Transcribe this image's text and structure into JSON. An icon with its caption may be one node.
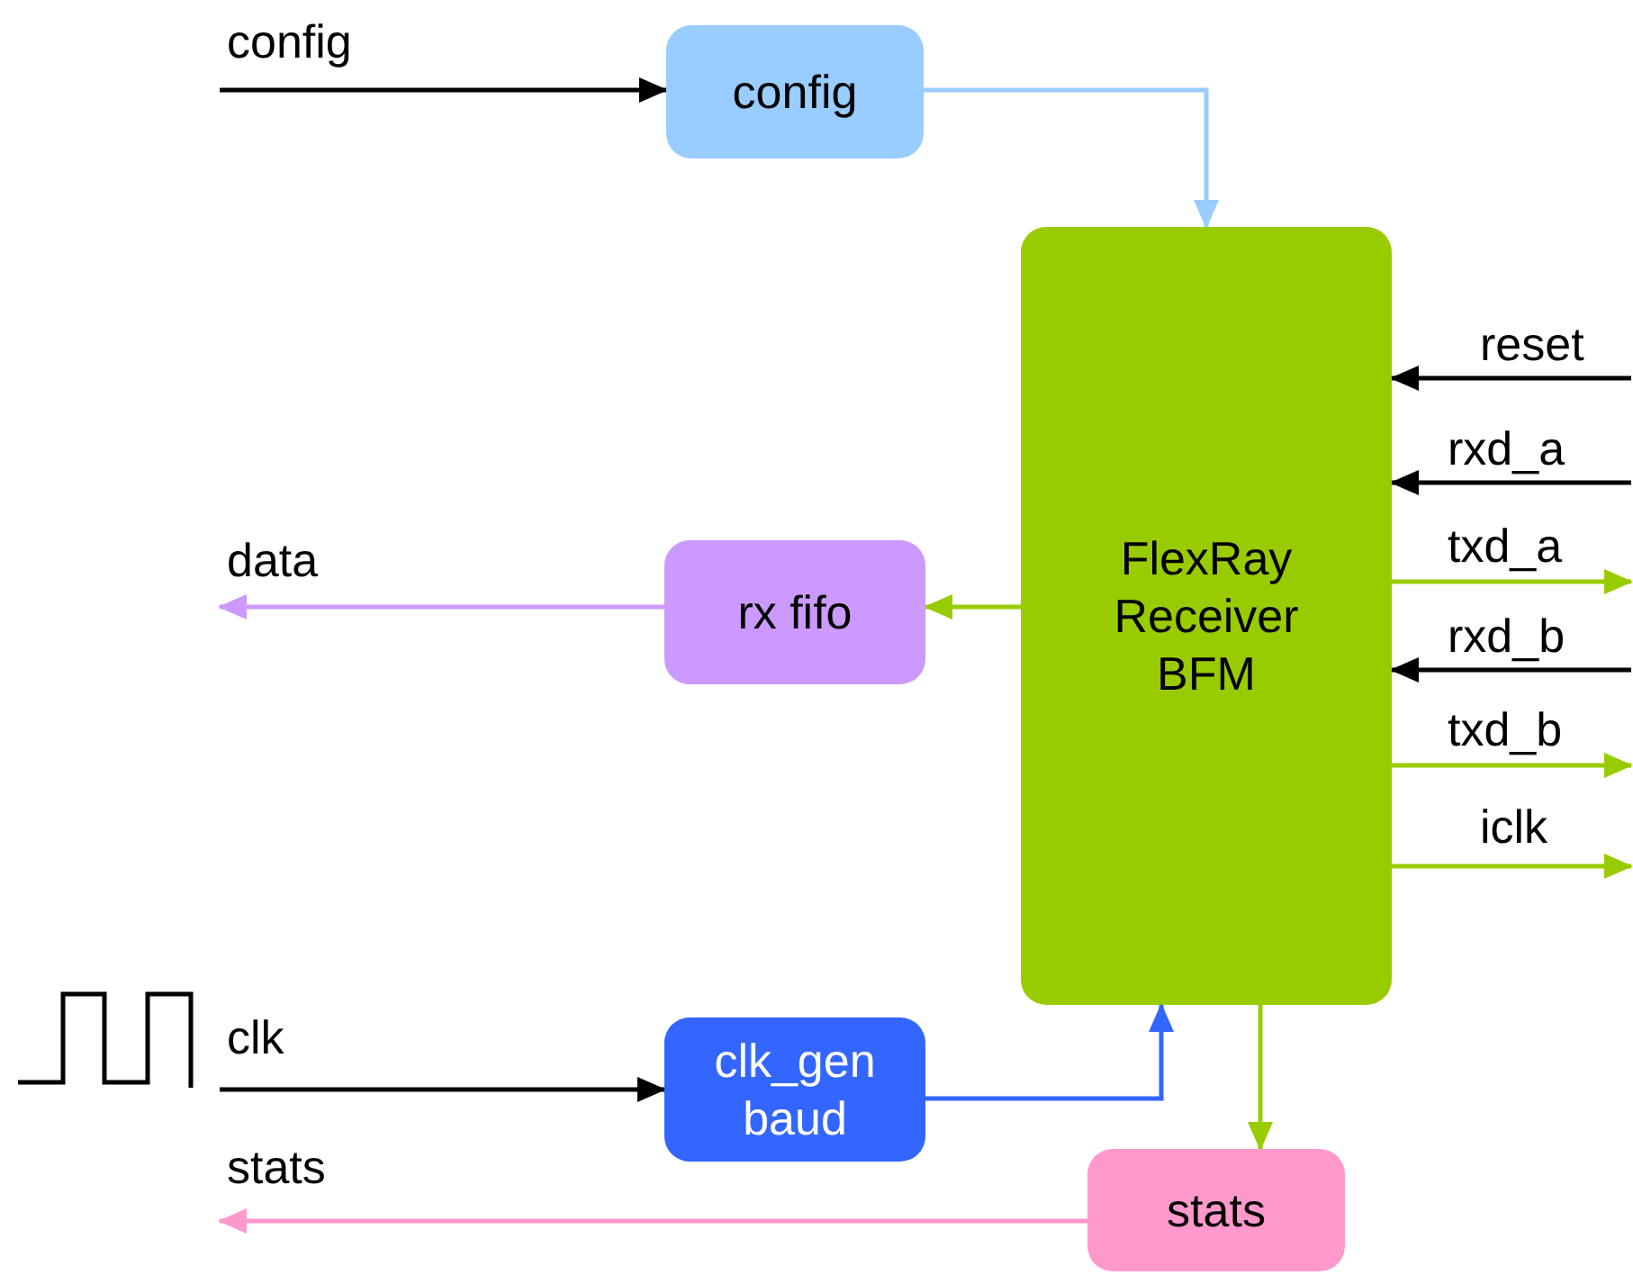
{
  "diagram": {
    "nodes": [
      {
        "text": [
          "config"
        ]
      },
      {
        "text": [
          "FlexRay Receiver BFM"
        ]
      },
      {
        "text": [
          "rx fifo"
        ]
      },
      {
        "text": [
          "clk_gen baud"
        ]
      },
      {
        "text": [
          "stats"
        ]
      }
    ],
    "edges": [
      {
        "from": null,
        "to": 0,
        "arrow": "to",
        "label": "config"
      },
      {
        "from": 0,
        "to": 1,
        "arrow": "to",
        "color": "#99ccff"
      },
      {
        "from": 1,
        "to": 2,
        "arrow": "to",
        "color": "#99cc00"
      },
      {
        "from": 2,
        "to": null,
        "arrow": "to",
        "label": "data",
        "color": "#cc99ff"
      },
      {
        "from": null,
        "to": 3,
        "arrow": "to",
        "label": "clk"
      },
      {
        "from": 3,
        "to": 1,
        "arrow": "to",
        "color": "#3366ff"
      },
      {
        "from": 1,
        "to": 4,
        "arrow": "to",
        "color": "#99cc00"
      },
      {
        "from": 4,
        "to": null,
        "arrow": "to",
        "label": "stats",
        "color": "#ff99cc"
      },
      {
        "from": null,
        "to": 1,
        "arrow": "to",
        "label": "reset"
      },
      {
        "from": null,
        "to": 1,
        "arrow": "to",
        "label": "rxd_a"
      },
      {
        "from": 1,
        "to": null,
        "arrow": "to",
        "label": "txd_a",
        "color": "#99cc00"
      },
      {
        "from": null,
        "to": 1,
        "arrow": "to",
        "label": "rxd_b"
      },
      {
        "from": 1,
        "to": null,
        "arrow": "to",
        "label": "txd_b",
        "color": "#99cc00"
      },
      {
        "from": 1,
        "to": null,
        "arrow": "to",
        "label": "iclk",
        "color": "#99cc00"
      }
    ]
  }
}
